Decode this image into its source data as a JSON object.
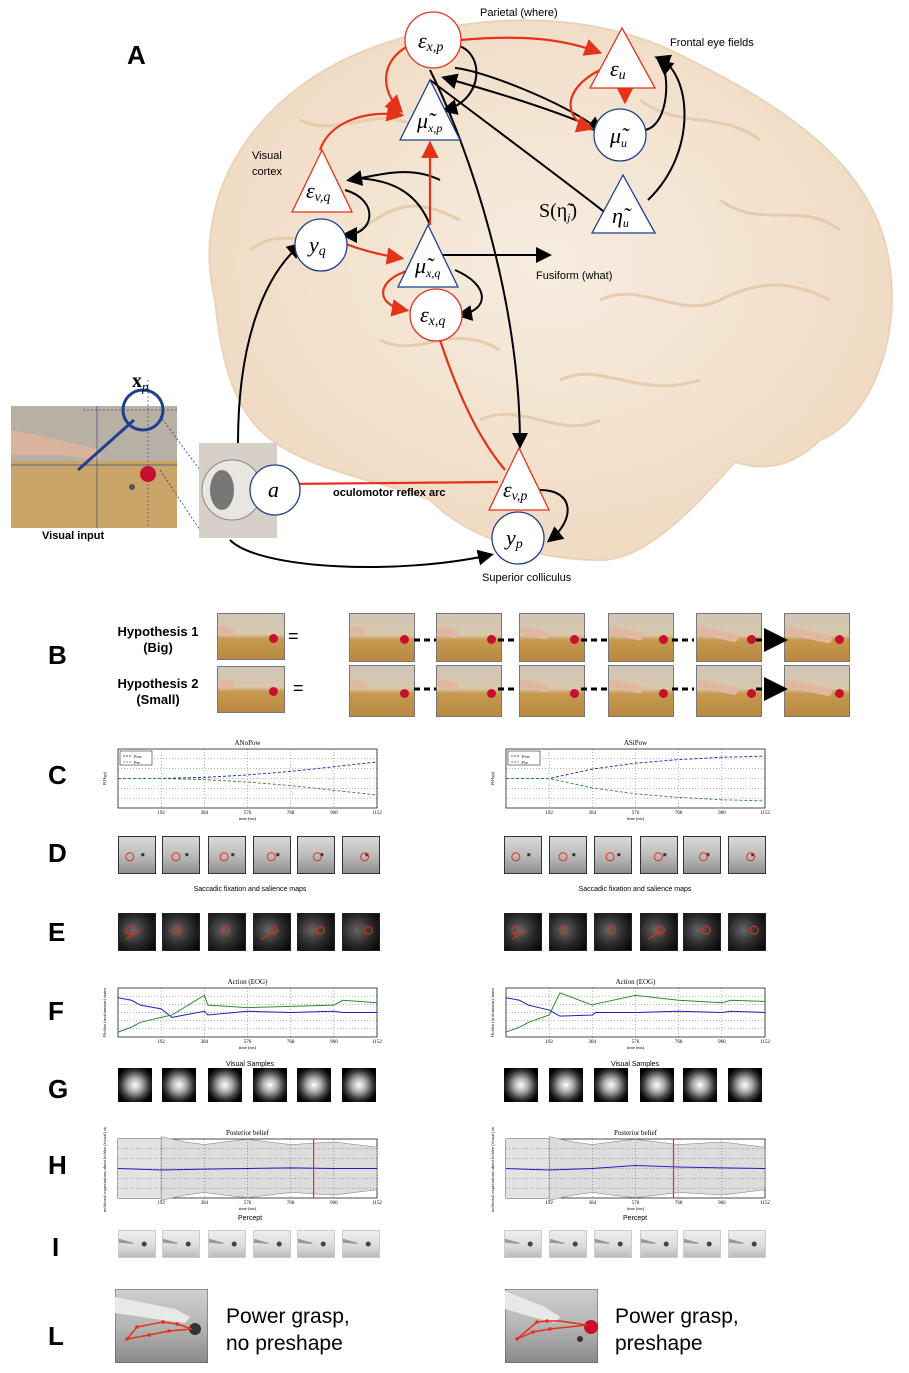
{
  "panels": {
    "A": "A",
    "B": "B",
    "C": "C",
    "D": "D",
    "E": "E",
    "F": "F",
    "G": "G",
    "H": "H",
    "I": "I",
    "L": "L"
  },
  "diagram": {
    "parietal": "Parietal (where)",
    "frontal": "Frontal eye fields",
    "visual_cortex_1": "Visual",
    "visual_cortex_2": "cortex",
    "fusiform": "Fusiform  (what)",
    "oculomotor": "oculomotor reflex arc",
    "superior": "Superior colliculus",
    "visual_input": "Visual input",
    "salience_fn": "S(η̃",
    "salience_sub": "j",
    "salience_close": ")",
    "xp": "x",
    "xp_sub": "p",
    "nodes": {
      "eps_xp": {
        "sym": "ε",
        "sub": "x,p"
      },
      "mu_xp": {
        "sym": "μ̃",
        "sub": "x,p"
      },
      "eps_u": {
        "sym": "ε",
        "sub": "u"
      },
      "mu_u": {
        "sym": "μ̃",
        "sub": "u"
      },
      "eta_u": {
        "sym": "η̃",
        "sub": "u"
      },
      "eps_vq": {
        "sym": "ε",
        "sub": "v,q"
      },
      "y_q": {
        "sym": "y",
        "sub": "q"
      },
      "mu_xq": {
        "sym": "μ̃",
        "sub": "x,q"
      },
      "eps_xq": {
        "sym": "ε",
        "sub": "x,q"
      },
      "a": {
        "sym": "a",
        "sub": ""
      },
      "eps_vp": {
        "sym": "ε",
        "sub": "v,p"
      },
      "y_p": {
        "sym": "y",
        "sub": "p"
      }
    }
  },
  "hypotheses": {
    "h1_line1": "Hypothesis 1",
    "h1_line2": "(Big)",
    "h2_line1": "Hypothesis 2",
    "h2_line2": "(Small)",
    "eq": "="
  },
  "charts": {
    "C_left_title": "ANoPow",
    "C_right_title": "ASiPow",
    "E_title": "Saccadic fixation and salience maps",
    "F_title": "Action (EOG)",
    "G_title": "Visual Samples",
    "H_title": "Posterior belief",
    "I_title": "Percept",
    "xlabel": "time (ms)",
    "C_ylabel": "P(Hyp)",
    "F_ylabel": "Hidden (oculomotor) states",
    "H_ylabel": "Conditional expectations about hidden (visual) states",
    "legend": [
      "Pow",
      "Pre"
    ]
  },
  "chart_data": [
    {
      "type": "line",
      "title": "ANoPow",
      "xlabel": "time (ms)",
      "ylabel": "P(Hyp)",
      "x": [
        0,
        192,
        384,
        576,
        768,
        960,
        1152
      ],
      "xlim": [
        0,
        1152
      ],
      "ylim": [
        0,
        1
      ],
      "ticks_x": [
        "192",
        "384",
        "576",
        "768",
        "960",
        "1152"
      ],
      "ticks_y": [
        "0.2",
        "0.4",
        "0.6",
        "0.8",
        "1"
      ],
      "series": [
        {
          "name": "Pow",
          "color": "#1f1fbf",
          "values": [
            0.5,
            0.5,
            0.52,
            0.56,
            0.62,
            0.7,
            0.78
          ]
        },
        {
          "name": "Pre",
          "color": "#2e8b2e",
          "values": [
            0.5,
            0.5,
            0.48,
            0.44,
            0.38,
            0.3,
            0.22
          ]
        }
      ]
    },
    {
      "type": "line",
      "title": "ASiPow",
      "xlabel": "time (ms)",
      "ylabel": "P(Hyp)",
      "x": [
        0,
        192,
        384,
        576,
        768,
        960,
        1152
      ],
      "xlim": [
        0,
        1152
      ],
      "ylim": [
        0,
        1
      ],
      "ticks_x": [
        "192",
        "384",
        "576",
        "768",
        "960",
        "1152"
      ],
      "ticks_y": [
        "0.2",
        "0.4",
        "0.6",
        "0.8",
        "1"
      ],
      "series": [
        {
          "name": "Pow",
          "color": "#1f1fbf",
          "values": [
            0.5,
            0.5,
            0.66,
            0.76,
            0.82,
            0.86,
            0.88
          ]
        },
        {
          "name": "Pre",
          "color": "#2e8b2e",
          "values": [
            0.5,
            0.5,
            0.34,
            0.24,
            0.18,
            0.14,
            0.12
          ]
        }
      ]
    },
    {
      "type": "line",
      "title": "Action (EOG)",
      "xlabel": "time (ms)",
      "x": [
        0,
        60,
        100,
        192,
        240,
        384,
        400,
        576,
        768,
        960,
        1000,
        1152
      ],
      "xlim": [
        0,
        1152
      ],
      "ylim": [
        -1,
        1
      ],
      "ticks_x": [
        "192",
        "384",
        "576",
        "768",
        "960",
        "1152"
      ],
      "ticks_y": [
        "-1",
        "-0.5",
        "0",
        "0.5",
        "1"
      ],
      "series": [
        {
          "name": "",
          "color": "#1f1fbf",
          "values": [
            0.6,
            0.5,
            0.3,
            0.15,
            -0.2,
            0.05,
            -0.1,
            0.05,
            0.0,
            0.05,
            0.0,
            0.0
          ]
        },
        {
          "name": "",
          "color": "#2e8b2e",
          "values": [
            -0.8,
            -0.6,
            -0.4,
            -0.2,
            -0.1,
            0.7,
            0.3,
            0.2,
            0.25,
            0.3,
            0.5,
            0.4
          ]
        }
      ]
    },
    {
      "type": "line",
      "title": "Action (EOG)",
      "xlabel": "time (ms)",
      "x": [
        0,
        60,
        100,
        192,
        240,
        384,
        400,
        576,
        768,
        960,
        1000,
        1152
      ],
      "xlim": [
        0,
        1152
      ],
      "ylim": [
        -1,
        1
      ],
      "ticks_x": [
        "192",
        "384",
        "576",
        "768",
        "960",
        "1152"
      ],
      "ticks_y": [
        "-1",
        "-0.5",
        "0",
        "0.5",
        "1"
      ],
      "series": [
        {
          "name": "",
          "color": "#1f1fbf",
          "values": [
            0.6,
            0.5,
            0.3,
            0.1,
            -0.15,
            -0.1,
            0.0,
            0.0,
            0.05,
            0.0,
            0.05,
            0.0
          ]
        },
        {
          "name": "",
          "color": "#2e8b2e",
          "values": [
            -0.8,
            -0.6,
            -0.4,
            -0.1,
            0.8,
            0.3,
            0.35,
            0.7,
            0.5,
            0.4,
            0.5,
            0.45
          ]
        }
      ]
    },
    {
      "type": "area",
      "title": "Posterior belief",
      "xlabel": "time (ms)",
      "x": [
        0,
        192,
        384,
        576,
        768,
        960,
        1152
      ],
      "xlim": [
        0,
        1152
      ],
      "ticks_x": [
        "192",
        "384",
        "576",
        "768",
        "960",
        "1152"
      ],
      "marker_x": 870,
      "series": [
        {
          "name": "",
          "color": "#1f1fbf",
          "values": [
            0,
            -0.05,
            -0.02,
            0,
            0.02,
            0,
            0
          ]
        }
      ]
    },
    {
      "type": "area",
      "title": "Posterior belief",
      "xlabel": "time (ms)",
      "x": [
        0,
        192,
        384,
        576,
        768,
        960,
        1152
      ],
      "xlim": [
        0,
        1152
      ],
      "ticks_x": [
        "192",
        "384",
        "576",
        "768",
        "960",
        "1152"
      ],
      "marker_x": 745,
      "series": [
        {
          "name": "",
          "color": "#1f1fbf",
          "values": [
            0,
            -0.05,
            0,
            0.1,
            0.05,
            0.02,
            0
          ]
        }
      ]
    }
  ],
  "grasp": {
    "left_1": "Power grasp,",
    "left_2": "no preshape",
    "right_1": "Power grasp,",
    "right_2": "preshape"
  },
  "colors": {
    "red": "#e5321a",
    "blue": "#1f3f8f",
    "brain": "#f3e4d0"
  }
}
